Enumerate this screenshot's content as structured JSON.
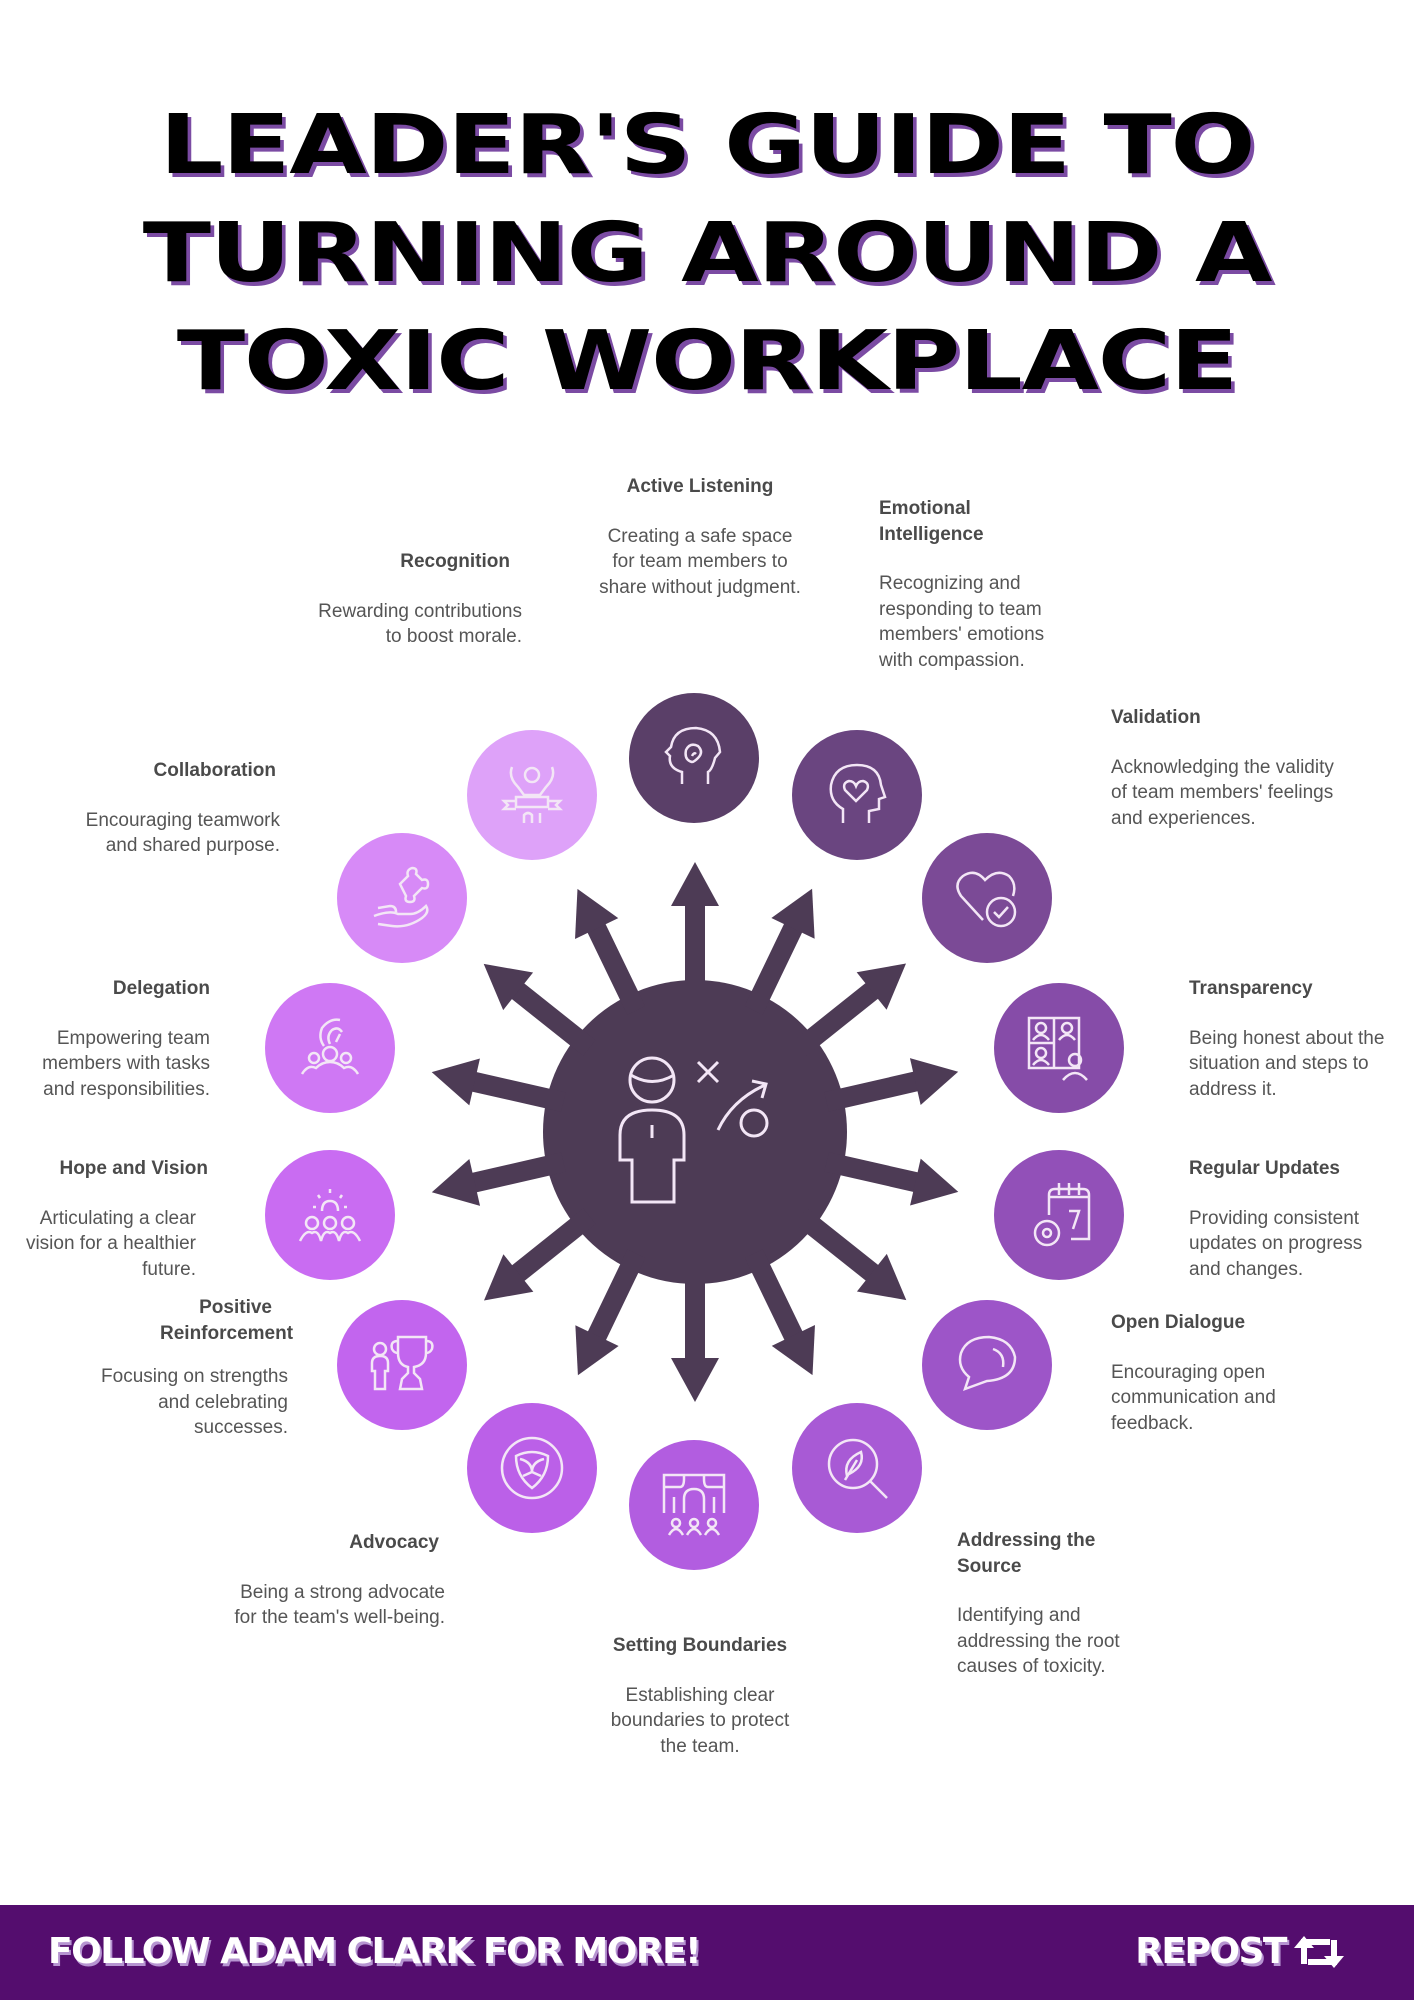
{
  "title": {
    "lines": [
      "LEADER'S GUIDE TO",
      "TURNING AROUND A",
      "TOXIC WORKPLACE"
    ]
  },
  "diagram": {
    "center_icon": "leader-strategy-icon",
    "hub_color": "#4d3b55",
    "nodes": [
      {
        "title": "Active Listening",
        "desc": "Creating a safe space for team members to share without judgment.",
        "icon": "head-ear-icon",
        "color": "#5a3f68"
      },
      {
        "title": "Emotional Intelligence",
        "desc": "Recognizing and responding to team members' emotions with compassion.",
        "icon": "head-heart-icon",
        "color": "#6a4580"
      },
      {
        "title": "Validation",
        "desc": "Acknowledging the validity of team members' feelings and experiences.",
        "icon": "heart-check-icon",
        "color": "#7b4a96"
      },
      {
        "title": "Transparency",
        "desc": "Being honest about the situation and steps to address it.",
        "icon": "video-call-icon",
        "color": "#864ca8"
      },
      {
        "title": "Regular Updates",
        "desc": "Providing consistent updates on progress and changes.",
        "icon": "calendar-gear-icon",
        "color": "#9250b8"
      },
      {
        "title": "Open Dialogue",
        "desc": "Encouraging open communication and feedback.",
        "icon": "speech-bubble-icon",
        "color": "#9d55c8"
      },
      {
        "title": "Addressing the Source",
        "desc": "Identifying and addressing the root causes of toxicity.",
        "icon": "magnifier-leaf-icon",
        "color": "#a85ad5"
      },
      {
        "title": "Setting Boundaries",
        "desc": "Establishing clear boundaries to protect the team.",
        "icon": "boundaries-team-icon",
        "color": "#b25de0"
      },
      {
        "title": "Advocacy",
        "desc": "Being a strong advocate for the team's well-being.",
        "icon": "shield-icon",
        "color": "#bb60e8"
      },
      {
        "title": "Positive Reinforcement",
        "desc": "Focusing on strengths and celebrating successes.",
        "icon": "person-trophy-icon",
        "color": "#c265ee"
      },
      {
        "title": "Hope and Vision",
        "desc": "Articulating a clear vision for a healthier future.",
        "icon": "sunrise-team-icon",
        "color": "#c96cf2"
      },
      {
        "title": "Delegation",
        "desc": "Empowering team members with tasks and responsibilities.",
        "icon": "hand-team-icon",
        "color": "#cf78f4"
      },
      {
        "title": "Collaboration",
        "desc": "Encouraging teamwork and shared purpose.",
        "icon": "hand-puzzle-icon",
        "color": "#d78af7"
      },
      {
        "title": "Recognition",
        "desc": "Rewarding contributions to boost morale.",
        "icon": "winner-ribbon-icon",
        "color": "#dea2f9"
      }
    ]
  },
  "footer": {
    "follow_text": "FOLLOW ADAM CLARK FOR MORE!",
    "repost_text": "REPOST",
    "repost_icon": "repost-icon",
    "background": "#540d6e"
  }
}
